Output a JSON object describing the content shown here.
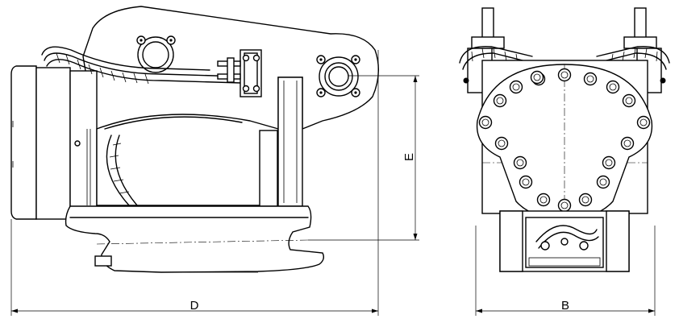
{
  "dimensions": {
    "d_label": "D",
    "e_label": "E",
    "b_label": "B"
  },
  "colors": {
    "line": "#000000",
    "background": "#ffffff"
  }
}
